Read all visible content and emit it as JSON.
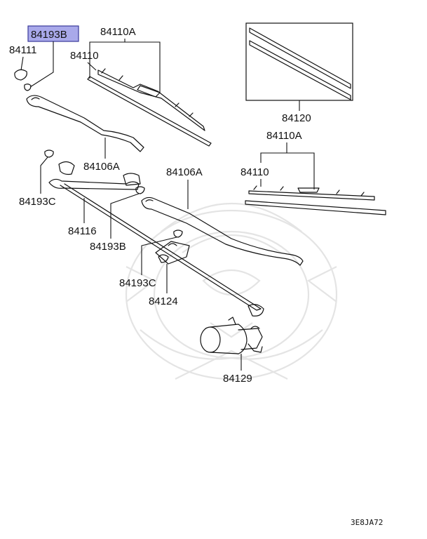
{
  "labels": {
    "p84193b_highlight": "84193B",
    "p84111": "84111",
    "p84110a_top": "84110A",
    "p84110_top": "84110",
    "p84120": "84120",
    "p84106a_left": "84106A",
    "p84110a_right": "84110A",
    "p84110_right": "84110",
    "p84193c_left": "84193C",
    "p84106a_right": "84106A",
    "p84116": "84116",
    "p84193b_mid": "84193B",
    "p84193c_mid": "84193C",
    "p84124": "84124",
    "p84129": "84129"
  },
  "diagram_code": "3E8JA72",
  "colors": {
    "highlight_fill": "#a9a9ea",
    "highlight_border": "#3a3a9a",
    "line": "#111111",
    "watermark": "#e4e4e4"
  }
}
